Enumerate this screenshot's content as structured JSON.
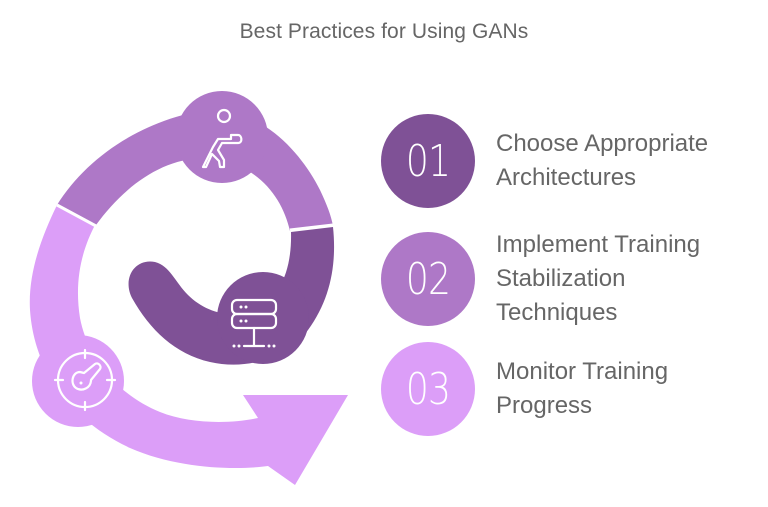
{
  "title": "Best Practices for Using GANs",
  "colors": {
    "dark": "#7f5196",
    "medium": "#ae78c7",
    "light": "#dc9ef8",
    "text": "#666666",
    "icon_stroke": "#ffffff"
  },
  "steps": [
    {
      "number": "01",
      "label_lines": [
        "Choose Appropriate",
        "Architectures"
      ],
      "color": "#7f5196",
      "icon": "server-network-icon"
    },
    {
      "number": "02",
      "label_lines": [
        "Implement Training",
        "Stabilization",
        "Techniques"
      ],
      "color": "#ae78c7",
      "icon": "boxing-person-icon"
    },
    {
      "number": "03",
      "label_lines": [
        "Monitor Training",
        "Progress"
      ],
      "color": "#dc9ef8",
      "icon": "target-gauge-icon"
    }
  ],
  "cycle": {
    "segments": [
      {
        "name": "dark-segment",
        "step": "01",
        "icon": "server-network-icon"
      },
      {
        "name": "medium-segment",
        "step": "02",
        "icon": "boxing-person-icon"
      },
      {
        "name": "light-segment-arrow",
        "step": "03",
        "icon": "target-gauge-icon"
      }
    ]
  }
}
